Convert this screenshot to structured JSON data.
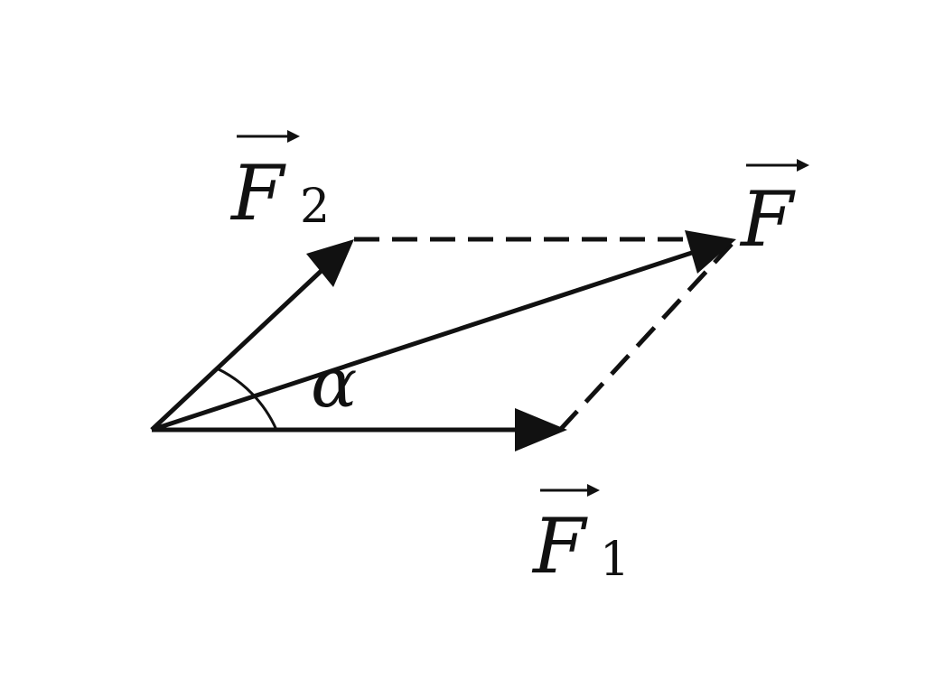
{
  "diagram": {
    "labels": {
      "f1": {
        "letter": "F",
        "subscript": "1"
      },
      "f2": {
        "letter": "F",
        "subscript": "2"
      },
      "f": {
        "letter": "F",
        "subscript": ""
      },
      "angle": "α"
    },
    "colors": {
      "stroke": "#111111",
      "background": "#ffffff"
    }
  }
}
